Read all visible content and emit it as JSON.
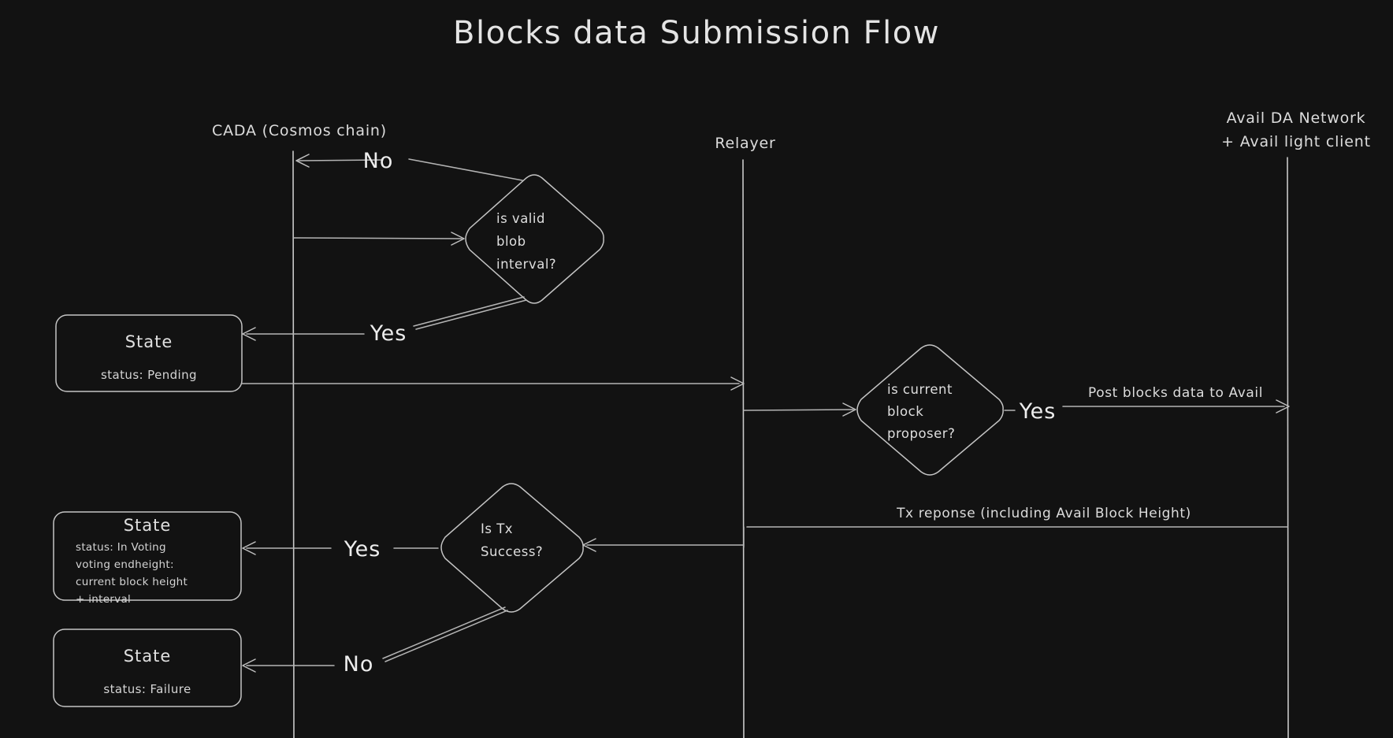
{
  "diagram": {
    "title": "Blocks data Submission Flow",
    "background_color": "#121212",
    "stroke_color": "#c9c9c9",
    "text_color": "#dcdcdc"
  },
  "lifelines": [
    {
      "id": "cada",
      "label": "CADA (Cosmos chain)"
    },
    {
      "id": "relayer",
      "label": "Relayer"
    },
    {
      "id": "avail",
      "label_line1": "Avail DA Network",
      "label_line2": "+ Avail light client"
    }
  ],
  "decisions": [
    {
      "id": "valid-blob-interval",
      "lines": [
        "is valid",
        "blob",
        "interval?"
      ]
    },
    {
      "id": "current-block-proposer",
      "lines": [
        "is current",
        "block",
        "proposer?"
      ]
    },
    {
      "id": "is-tx-success",
      "lines": [
        "Is Tx",
        "Success?"
      ]
    }
  ],
  "states": [
    {
      "id": "state-pending",
      "title": "State",
      "lines": [
        "status: Pending"
      ]
    },
    {
      "id": "state-in-voting",
      "title": "State",
      "lines": [
        "status: In Voting",
        "voting endheight:",
        "current block height",
        "+ interval"
      ]
    },
    {
      "id": "state-failure",
      "title": "State",
      "lines": [
        "status: Failure"
      ]
    }
  ],
  "branch_labels": {
    "blob_no": "No",
    "blob_yes": "Yes",
    "proposer_yes": "Yes",
    "tx_yes": "Yes",
    "tx_no": "No"
  },
  "edge_labels": {
    "post_blocks": "Post blocks data to Avail",
    "tx_response": "Tx reponse (including Avail Block Height)"
  }
}
